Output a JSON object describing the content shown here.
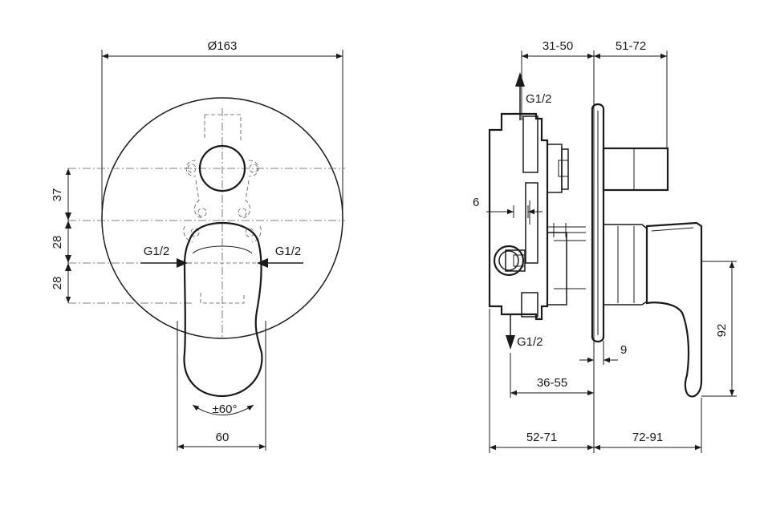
{
  "front_view": {
    "diameter_label": "Ø163",
    "dim_37": "37",
    "dim_28_top": "28",
    "dim_28_bottom": "28",
    "inlet_left": "G1/2",
    "inlet_right": "G1/2",
    "rotation": "±60°",
    "handle_width": "60"
  },
  "side_view": {
    "dim_31_50": "31-50",
    "dim_51_72": "51-72",
    "outlet_top": "G1/2",
    "outlet_bottom": "G1/2",
    "dim_6": "6",
    "dim_9": "9",
    "dim_36_55": "36-55",
    "dim_52_71": "52-71",
    "dim_72_91": "72-91",
    "dim_92": "92"
  }
}
